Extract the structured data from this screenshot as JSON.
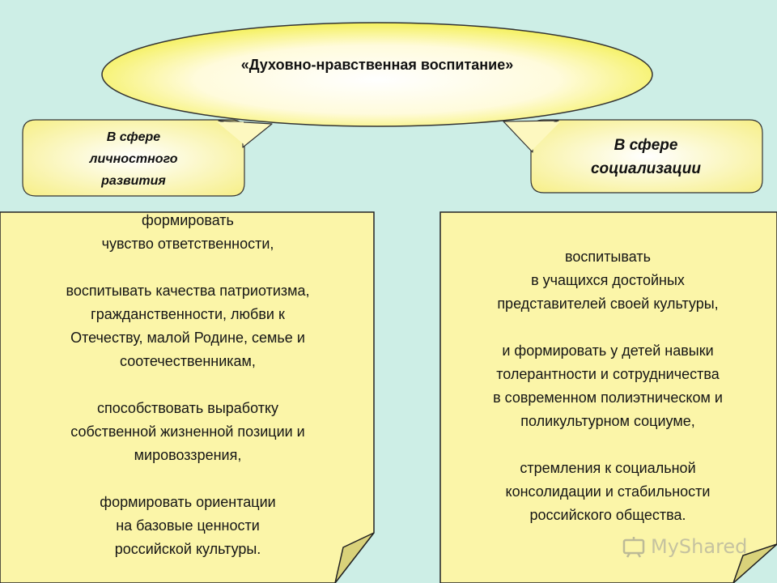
{
  "title": "«Духовно-нравственная воспитание»",
  "left_callout": {
    "lines": [
      "В сфере",
      "личностного",
      "развития"
    ]
  },
  "right_callout": {
    "lines": [
      "В сфере",
      "социализации"
    ]
  },
  "left_note": {
    "paragraphs": [
      [
        "формировать",
        "чувство ответственности,"
      ],
      [
        "воспитывать качества патриотизма,",
        "гражданственности, любви к",
        "Отечеству, малой Родине, семье и",
        "соотечественникам,"
      ],
      [
        "способствовать выработку",
        "собственной жизненной позиции и",
        "мировоззрения,"
      ],
      [
        "формировать ориентации",
        "на базовые ценности",
        "российской культуры."
      ]
    ]
  },
  "right_note": {
    "paragraphs": [
      [
        "воспитывать",
        "в учащихся достойных",
        "представителей своей культуры,"
      ],
      [
        "и формировать у детей навыки",
        "толерантности и сотрудничества",
        "в современном полиэтническом и",
        "поликультурном социуме,"
      ],
      [
        "стремления к социальной",
        "консолидации и стабильности",
        "российского общества."
      ]
    ]
  },
  "watermark": "MyShared",
  "colors": {
    "background": "#cdeee6",
    "note_fill": "#fbf5a8",
    "callout_fill": "#fdf8c0",
    "ellipse_center": "#fffbe0",
    "ellipse_edge": "#f3ef4a"
  }
}
